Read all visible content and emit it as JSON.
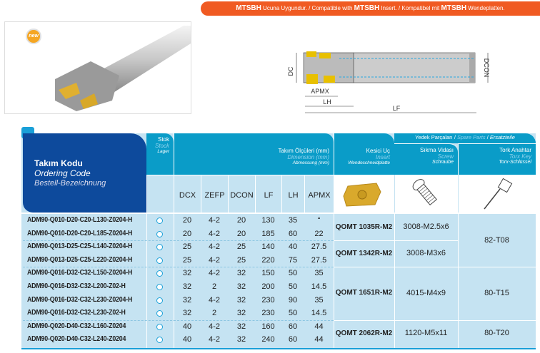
{
  "banner": {
    "p1": "MTSBH",
    "t1": " Ucuna Uygundur. / Compatible with ",
    "p2": "MTSBH",
    "t2": " Insert. / Kompatibel mit ",
    "p3": "MTSBH",
    "t3": " Wendeplatten."
  },
  "badge": "new",
  "drawing": {
    "dc": "DC",
    "dcon": "DCON",
    "apmx": "APMX",
    "lh": "LH",
    "lf": "LF"
  },
  "header": {
    "code": [
      "Takım Kodu",
      "Ordering Code",
      "Bestell-Bezeichnung"
    ],
    "stock": [
      "Stok",
      "Stock",
      "Lager"
    ],
    "dim": [
      "Takım Ölçüleri (mm)",
      "Dimension (mm)",
      "Abmessung (mm)"
    ],
    "insert": [
      "Kesici Uç",
      "Insert",
      "Wendeschneidplatte"
    ],
    "spare": [
      "Yedek Parçaları",
      "Spare Parts",
      "Ersatzteile"
    ],
    "screw": [
      "Sıkma Vidası",
      "Screw",
      "Schraube"
    ],
    "torx": [
      "Tork Anahtar",
      "Torx Key",
      "Torx-Schlüssel"
    ],
    "cols": [
      "DCX",
      "ZEFP",
      "DCON",
      "LF",
      "LH",
      "APMX"
    ]
  },
  "rows": [
    {
      "code": "ADM90-Q010-D20-C20-L130-Z0204-H",
      "v": [
        "20",
        "4-2",
        "20",
        "130",
        "35",
        "“"
      ]
    },
    {
      "code": "ADM90-Q010-D20-C20-L185-Z0204-H",
      "v": [
        "20",
        "4-2",
        "20",
        "185",
        "60",
        "22"
      ]
    },
    {
      "code": "ADM90-Q013-D25-C25-L140-Z0204-H",
      "v": [
        "25",
        "4-2",
        "25",
        "140",
        "40",
        "27.5"
      ]
    },
    {
      "code": "ADM90-Q013-D25-C25-L220-Z0204-H",
      "v": [
        "25",
        "4-2",
        "25",
        "220",
        "75",
        "27.5"
      ]
    },
    {
      "code": "ADM90-Q016-D32-C32-L150-Z0204-H",
      "v": [
        "32",
        "4-2",
        "32",
        "150",
        "50",
        "35"
      ]
    },
    {
      "code": "ADM90-Q016-D32-C32-L200-Z02-H",
      "v": [
        "32",
        "2",
        "32",
        "200",
        "50",
        "14.5"
      ]
    },
    {
      "code": "ADM90-Q016-D32-C32-L230-Z0204-H",
      "v": [
        "32",
        "4-2",
        "32",
        "230",
        "90",
        "35"
      ]
    },
    {
      "code": "ADM90-Q016-D32-C32-L230-Z02-H",
      "v": [
        "32",
        "2",
        "32",
        "230",
        "50",
        "14.5"
      ]
    },
    {
      "code": "ADM90-Q020-D40-C32-L160-Z0204",
      "v": [
        "40",
        "4-2",
        "32",
        "160",
        "60",
        "44"
      ]
    },
    {
      "code": "ADM90-Q020-D40-C32-L240-Z0204",
      "v": [
        "40",
        "4-2",
        "32",
        "240",
        "60",
        "44"
      ]
    }
  ],
  "inserts": [
    {
      "start": 0,
      "span": 2,
      "label": "QOMT 1035R-M2",
      "screw": "3008-M2.5x6"
    },
    {
      "start": 2,
      "span": 2,
      "label": "QOMT 1342R-M2",
      "screw": "3008-M3x6"
    },
    {
      "start": 4,
      "span": 4,
      "label": "QOMT 1651R-M2",
      "screw": "4015-M4x9"
    },
    {
      "start": 8,
      "span": 2,
      "label": "QOMT 2062R-M2",
      "screw": "1120-M5x11"
    }
  ],
  "torx": [
    {
      "start": 0,
      "span": 4,
      "label": "82-T08"
    },
    {
      "start": 4,
      "span": 4,
      "label": "80-T15"
    },
    {
      "start": 8,
      "span": 2,
      "label": "80-T20"
    }
  ]
}
